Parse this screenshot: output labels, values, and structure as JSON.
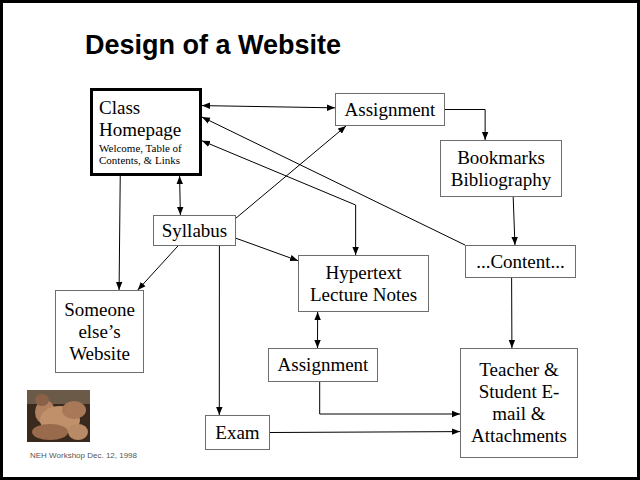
{
  "diagram": {
    "title": "Design of a Website",
    "nodes": [
      {
        "text": [
          "Class Homepage",
          "Welcome, Table of Contents, & Links"
        ]
      },
      {
        "text": [
          "Assignment"
        ]
      },
      {
        "text": [
          "Bookmarks Bibliography"
        ]
      },
      {
        "text": [
          "Syllabus"
        ]
      },
      {
        "text": [
          "...Content..."
        ]
      },
      {
        "text": [
          "Hypertext Lecture Notes"
        ]
      },
      {
        "text": [
          "Someone else’s Website"
        ]
      },
      {
        "text": [
          "Assignment"
        ]
      },
      {
        "text": [
          "Teacher & Student E-mail & Attachments"
        ]
      },
      {
        "text": [
          "Exam"
        ]
      }
    ],
    "edges": [
      {
        "from": 0,
        "to": 1,
        "arrow": "both"
      },
      {
        "from": 1,
        "to": 2,
        "arrow": "to"
      },
      {
        "from": 2,
        "to": 4,
        "arrow": "to"
      },
      {
        "from": 4,
        "to": 0,
        "arrow": "to"
      },
      {
        "from": 0,
        "to": 5,
        "arrow": "both"
      },
      {
        "from": 0,
        "to": 3,
        "arrow": "both"
      },
      {
        "from": 0,
        "to": 6,
        "arrow": "to"
      },
      {
        "from": 3,
        "to": 6,
        "arrow": "to"
      },
      {
        "from": 3,
        "to": 1,
        "arrow": "to"
      },
      {
        "from": 3,
        "to": 5,
        "arrow": "to"
      },
      {
        "from": 3,
        "to": 9,
        "arrow": "to"
      },
      {
        "from": 5,
        "to": 7,
        "arrow": "both"
      },
      {
        "from": 7,
        "to": 8,
        "arrow": "to"
      },
      {
        "from": 9,
        "to": 8,
        "arrow": "to"
      },
      {
        "from": 4,
        "to": 8,
        "arrow": "to"
      }
    ],
    "labels": [
      "NEH Workshop Dec. 12, 1998"
    ]
  }
}
